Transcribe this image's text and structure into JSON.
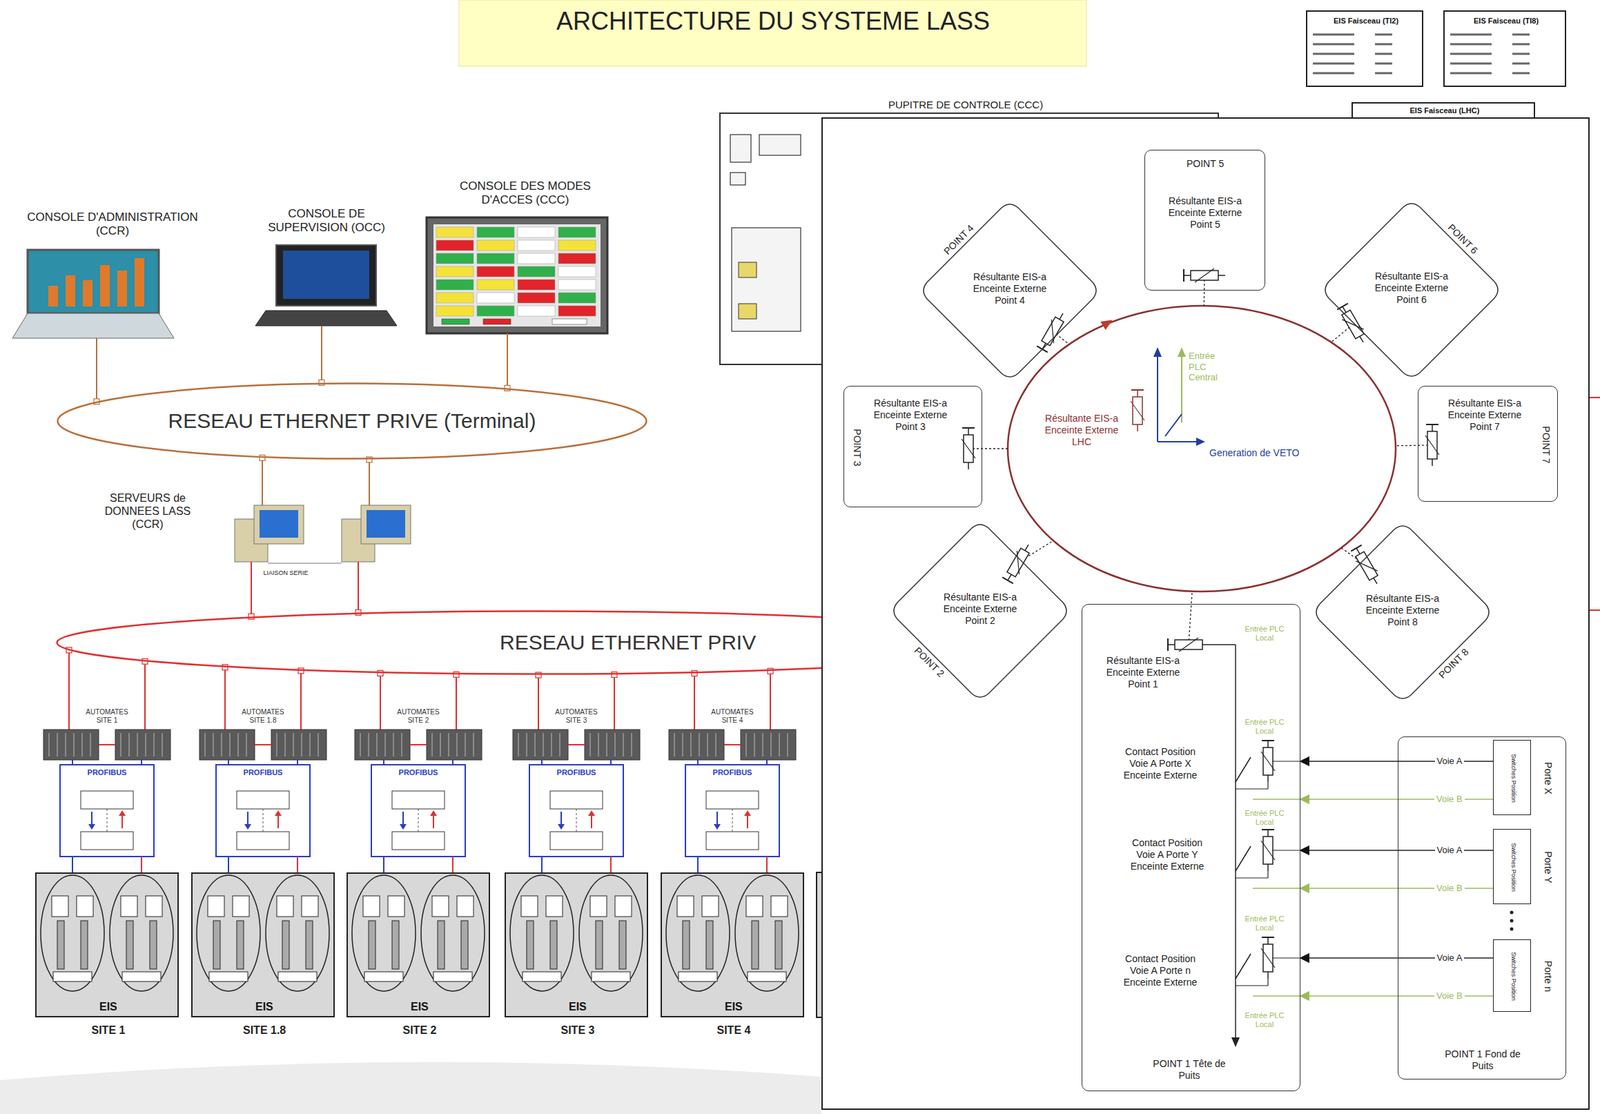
{
  "diagram": {
    "title": "ARCHITECTURE DU SYSTEME LASS",
    "nodes": [
      {
        "text": [
          "RESEAU ETHERNET PRIVE (Terminal)"
        ]
      },
      {
        "text": [
          "RESEAU ETHERNET PRIV"
        ]
      },
      {
        "text": [
          "EIS",
          "SITE 1"
        ]
      },
      {
        "text": [
          "EIS",
          "SITE 1.8"
        ]
      },
      {
        "text": [
          "EIS",
          "SITE 2"
        ]
      },
      {
        "text": [
          "EIS",
          "SITE 3"
        ]
      },
      {
        "text": [
          "EIS",
          "SITE 4"
        ]
      },
      {
        "text": [
          "PUPITRE DE CONTROLE (CCC)"
        ]
      },
      {
        "text": [
          "EIS Faisceau (TI2)"
        ]
      },
      {
        "text": [
          "EIS Faisceau (TI8)"
        ]
      },
      {
        "text": [
          "EIS Faisceau (LHC)"
        ]
      },
      {
        "text": [
          "POINT 5",
          "Résultante EIS-a Enceinte Externe Point 5"
        ]
      },
      {
        "text": [
          "POINT 4",
          "Résultante EIS-a Enceinte Externe Point 4"
        ]
      },
      {
        "text": [
          "POINT 6",
          "Résultante EIS-a Enceinte Externe Point 6"
        ]
      },
      {
        "text": [
          "POINT 3",
          "Résultante EIS-a Enceinte Externe Point 3"
        ]
      },
      {
        "text": [
          "POINT 7",
          "Résultante EIS-a Enceinte Externe Point 7"
        ]
      },
      {
        "text": [
          "POINT 2",
          "Résultante EIS-a Enceinte Externe Point 2"
        ]
      },
      {
        "text": [
          "POINT 8",
          "Résultante EIS-a Enceinte Externe Point 8"
        ]
      },
      {
        "text": [
          "Résultante EIS-a Enceinte Externe Point 1",
          "Contact Position Voie A Porte X Enceinte Externe",
          "Contact Position Voie A Porte Y Enceinte Externe",
          "Contact Position Voie A Porte n Enceinte Externe",
          "POINT 1 Tête de Puits"
        ]
      },
      {
        "text": [
          "POINT 1 Fond de Puits"
        ]
      },
      {
        "text": [
          "Switches Position",
          "Porte X"
        ],
        "in": 19
      },
      {
        "text": [
          "Switches Position",
          "Porte Y"
        ],
        "in": 19
      },
      {
        "text": [
          "Switches Position",
          "Porte n"
        ],
        "in": 19
      }
    ],
    "edges": [
      {
        "from": 20,
        "to": 18,
        "arrow": "to",
        "label": "Voie A"
      },
      {
        "from": 20,
        "to": 18,
        "arrow": "to",
        "label": "Voie B"
      },
      {
        "from": 21,
        "to": 18,
        "arrow": "to",
        "label": "Voie A"
      },
      {
        "from": 21,
        "to": 18,
        "arrow": "to",
        "label": "Voie B"
      },
      {
        "from": 22,
        "to": 18,
        "arrow": "to",
        "label": "Voie A"
      },
      {
        "from": 22,
        "to": 18,
        "arrow": "to",
        "label": "Voie B"
      }
    ],
    "labels": [
      "CONSOLE D'ADMINISTRATION (CCR)",
      "CONSOLE DE SUPERVISION (OCC)",
      "CONSOLE DES MODES D'ACCES (CCC)",
      "SERVEURS de DONNEES LASS (CCR)",
      "LIAISON SERIE",
      "AUTOMATES SITE 1",
      "AUTOMATES SITE 1.8",
      "AUTOMATES SITE 2",
      "AUTOMATES SITE 3",
      "AUTOMATES SITE 4",
      "PROFIBUS",
      "PROFIBUS",
      "PROFIBUS",
      "PROFIBUS",
      "PROFIBUS",
      "Résultante EIS-a Enceinte Externe LHC",
      "Entrée PLC Central",
      "Generation de VETO",
      "Entrée PLC Local",
      "Entrée PLC Local",
      "Entrée PLC Local",
      "Entrée PLC Local",
      "Entrée PLC Local"
    ]
  }
}
